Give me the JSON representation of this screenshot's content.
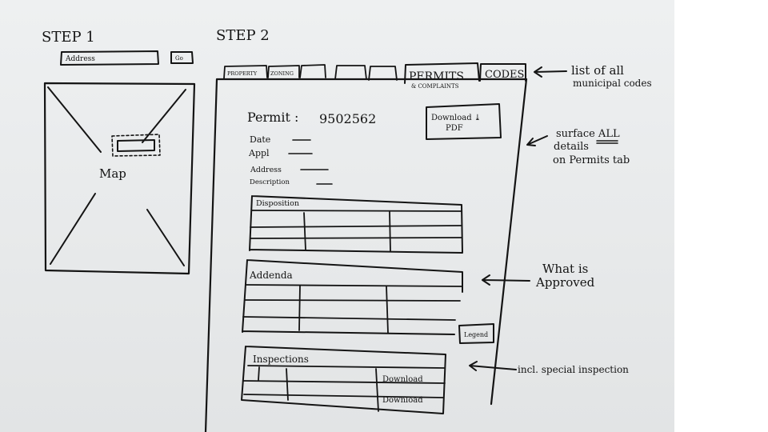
{
  "step1": {
    "title": "STEP 1",
    "address_field": "Address",
    "go_button": "Go",
    "map_label": "Map"
  },
  "step2": {
    "title": "STEP 2",
    "tabs": [
      "PROPERTY",
      "ZONING",
      "",
      "",
      "",
      "PERMITS",
      "CODES"
    ],
    "permits_tab_sub": "& COMPLAINTS",
    "permit_label": "Permit :",
    "permit_number": "9502562",
    "download_pdf": [
      "Download ⤓",
      "PDF"
    ],
    "fields": [
      "Date",
      "Appl",
      "Address",
      "Description"
    ],
    "disposition": "Disposition",
    "addenda": "Addenda",
    "legend": "Legend",
    "inspections": "Inspections",
    "download_rows": [
      "Download",
      "Download"
    ]
  },
  "annotations": {
    "codes": [
      "list of all",
      "municipal codes"
    ],
    "details": [
      "surface ALL",
      "details",
      "on Permits tab"
    ],
    "approved": [
      "What is",
      "Approved"
    ],
    "inspection": "incl. special inspection"
  }
}
